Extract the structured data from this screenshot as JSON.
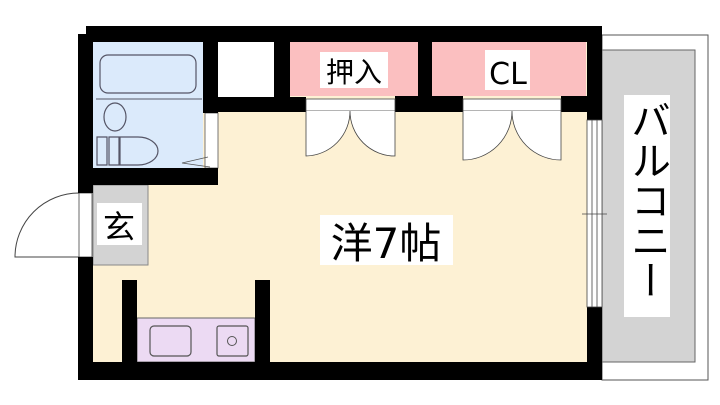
{
  "rooms": {
    "main_room": "洋7帖",
    "oshiire": "押入",
    "closet": "CL",
    "entrance": "玄",
    "balcony": "バルコニー"
  },
  "colors": {
    "wall": "#000000",
    "room_floor": "#fdf1d4",
    "bath": "#dbeafb",
    "storage": "#fbbfc0",
    "entrance_floor": "#d3d3d3",
    "balcony": "#d3d3d3",
    "kitchen": "#ecdaf3"
  }
}
